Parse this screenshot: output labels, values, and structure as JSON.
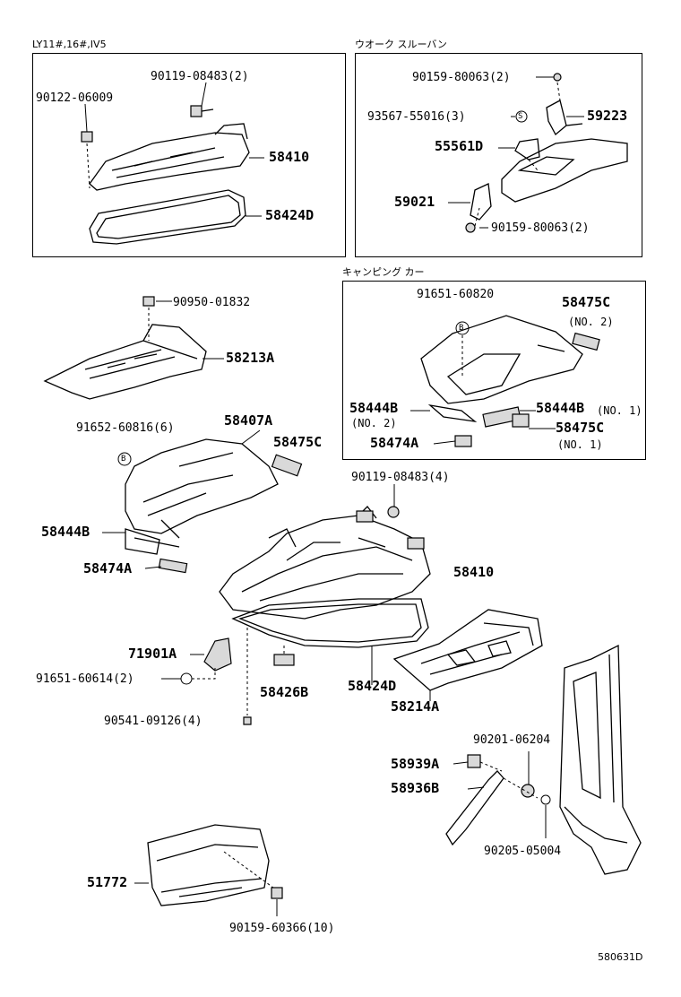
{
  "headers": {
    "variant_left": "LY11#,16#,IV5",
    "variant_right": "ウオーク スルーバン",
    "variant_camping": "キャンピング カー"
  },
  "figure_id": "580631D",
  "box_left_parts": {
    "p1": "90119-08483(2)",
    "p2": "90122-06009",
    "p3": "58410",
    "p4": "58424D"
  },
  "box_right_parts": {
    "p1": "90159-80063(2)",
    "p2": "93567-55016(3)",
    "p3": "59223",
    "p4": "55561D",
    "p5": "59021",
    "p6": "90159-80063(2)"
  },
  "box_camping_parts": {
    "p1": "91651-60820",
    "p2": "58475C",
    "p2_note": "(NO. 2)",
    "p3": "58444B",
    "p3_note": "(NO. 2)",
    "p4": "58444B",
    "p4_note": "(NO. 1)",
    "p5": "58475C",
    "p5_note": "(NO. 1)",
    "p6": "58474A"
  },
  "main_parts": {
    "a1": "90950-01832",
    "a2": "58213A",
    "a3": "91652-60816(6)",
    "a4": "58407A",
    "a5": "58475C",
    "a6": "58444B",
    "a7": "58474A",
    "a8": "90119-08483(4)",
    "a9": "58410",
    "a10": "71901A",
    "a11": "91651-60614(2)",
    "a12": "58426B",
    "a13": "58424D",
    "a14": "58214A",
    "a15": "90541-09126(4)",
    "a16": "90201-06204",
    "a17": "58939A",
    "a18": "58936B",
    "a19": "90205-05004",
    "a20": "51772",
    "a21": "90159-60366(10)"
  },
  "symbols": {
    "b": "B",
    "s": "S"
  }
}
